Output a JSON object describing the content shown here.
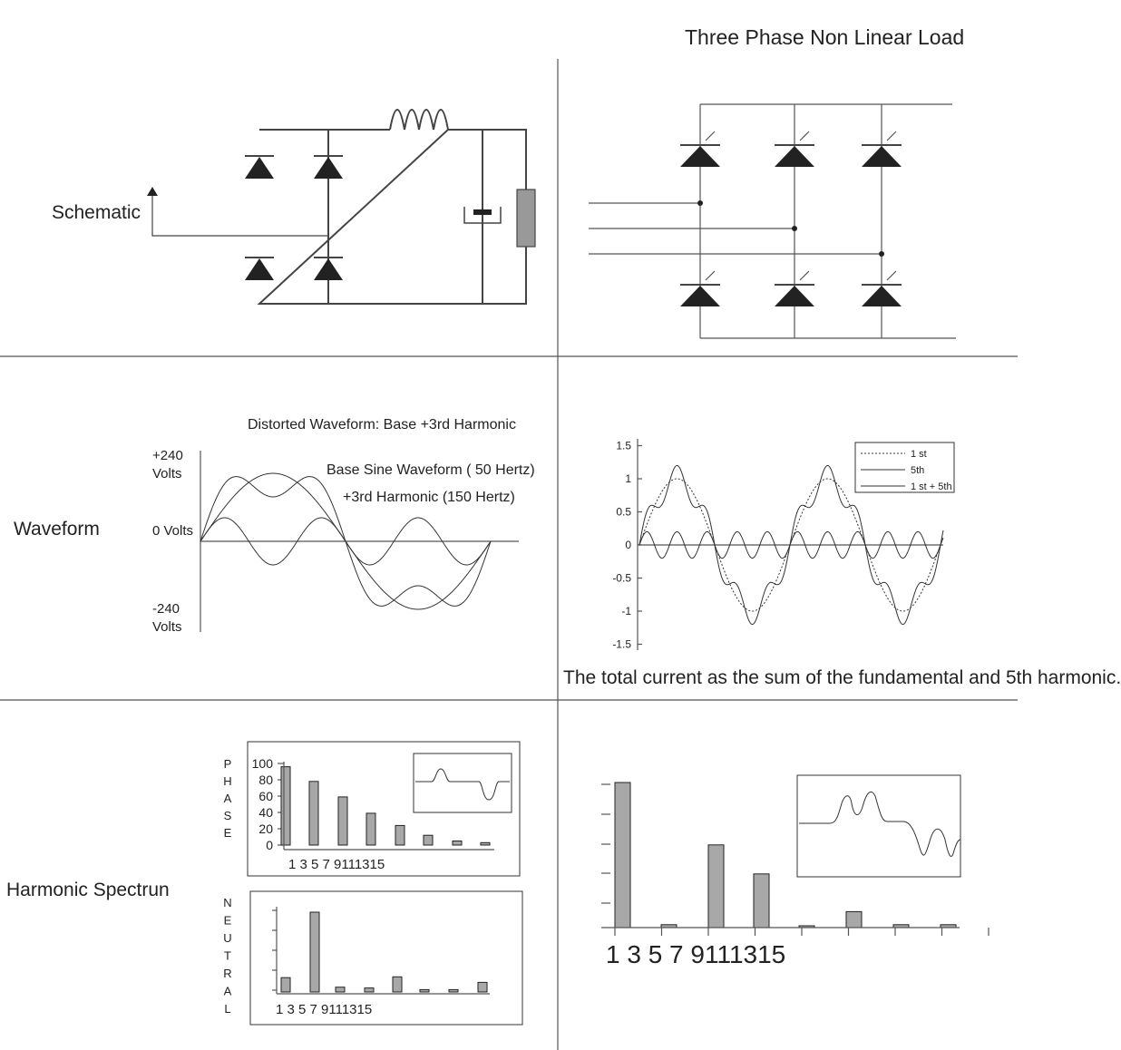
{
  "colors": {
    "line": "#555555",
    "bar_fill": "#a8a8a8",
    "text": "#222222",
    "background": "#ffffff"
  },
  "header": {
    "title": "Three Phase Non Linear Load"
  },
  "row_labels": {
    "schematic": "Schematic",
    "waveform": "Waveform",
    "spectrum": "Harmonic Spectrun"
  },
  "waveform_left": {
    "labels": {
      "distorted": "Distorted Waveform:  Base +3rd Harmonic",
      "base": "Base Sine Waveform ( 50 Hertz)",
      "third": "+3rd Harmonic (150 Hertz)",
      "plus_240": "+240",
      "volts_top": "Volts",
      "zero": "0 Volts",
      "minus_240": "-240",
      "volts_bottom": "Volts"
    }
  },
  "caption": "The total current as the sum of the fundamental and 5th harmonic.",
  "chart_data": [
    {
      "type": "line",
      "ylim": [
        -1.5,
        1.5
      ],
      "y_ticks": [
        "1.5",
        "1",
        "0.5",
        "0",
        "-0.5",
        "-1",
        "-1.5"
      ],
      "legend": [
        "1 st",
        "5th",
        "1 st + 5th"
      ],
      "legend_placement": "top-right",
      "series": [
        {
          "name": "1 st",
          "amplitude": 1,
          "harmonic": 1,
          "style": "dotted"
        },
        {
          "name": "5th",
          "amplitude": 0.2,
          "harmonic": 5,
          "style": "solid"
        },
        {
          "name": "1 st + 5th",
          "components": [
            1,
            5
          ],
          "style": "solid"
        }
      ]
    },
    {
      "type": "bar",
      "y_axis_label": "PHASE",
      "y_ticks": [
        "100",
        "80",
        "60",
        "40",
        "20",
        "0"
      ],
      "ylim": [
        0,
        100
      ],
      "x_tick_text": "1 3 5 7 9111315",
      "values": [
        96,
        78,
        59,
        39,
        24,
        12,
        5,
        3
      ]
    },
    {
      "type": "bar",
      "y_axis_label": "NEUTRAL",
      "ylim": [
        0,
        100
      ],
      "x_tick_text": "1 3 5 7 9111315",
      "values": [
        18,
        100,
        6,
        5,
        19,
        3,
        3,
        12
      ]
    },
    {
      "type": "bar",
      "ylim": [
        0,
        100
      ],
      "x_tick_text": "1 3 5 7 9111315",
      "values": [
        100,
        2,
        57,
        37,
        1,
        11,
        2,
        2
      ]
    }
  ]
}
